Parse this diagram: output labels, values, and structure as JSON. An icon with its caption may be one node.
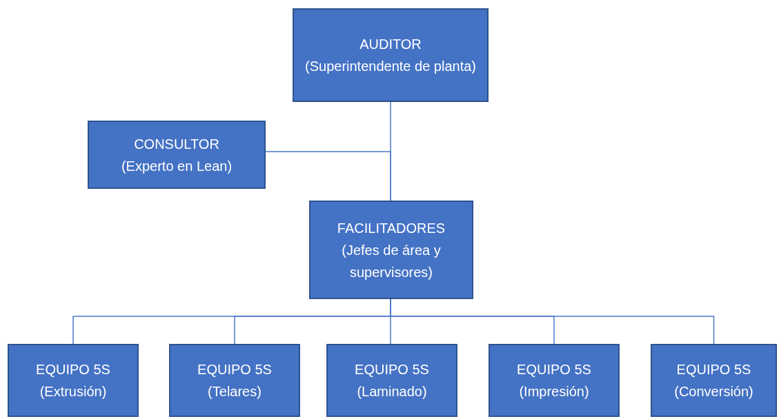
{
  "diagram": {
    "nodes": [
      {
        "text": [
          "AUDITOR",
          "(Superintendente de planta)"
        ]
      },
      {
        "text": [
          "CONSULTOR",
          "(Experto en Lean)"
        ]
      },
      {
        "text": [
          "FACILITADORES",
          "(Jefes de área y supervisores)"
        ]
      },
      {
        "text": [
          "EQUIPO 5S",
          "(Extrusión)"
        ]
      },
      {
        "text": [
          "EQUIPO 5S",
          "(Telares)"
        ]
      },
      {
        "text": [
          "EQUIPO 5S",
          "(Laminado)"
        ]
      },
      {
        "text": [
          "EQUIPO 5S",
          "(Impresión)"
        ]
      },
      {
        "text": [
          "EQUIPO 5S",
          "(Conversión)"
        ]
      }
    ],
    "edges": [
      {
        "from": 0,
        "to": 2,
        "arrow": "none"
      },
      {
        "from": 1,
        "to": 2,
        "arrow": "none"
      },
      {
        "from": 2,
        "to": 3,
        "arrow": "none"
      },
      {
        "from": 2,
        "to": 4,
        "arrow": "none"
      },
      {
        "from": 2,
        "to": 5,
        "arrow": "none"
      },
      {
        "from": 2,
        "to": 6,
        "arrow": "none"
      },
      {
        "from": 2,
        "to": 7,
        "arrow": "none"
      }
    ]
  }
}
